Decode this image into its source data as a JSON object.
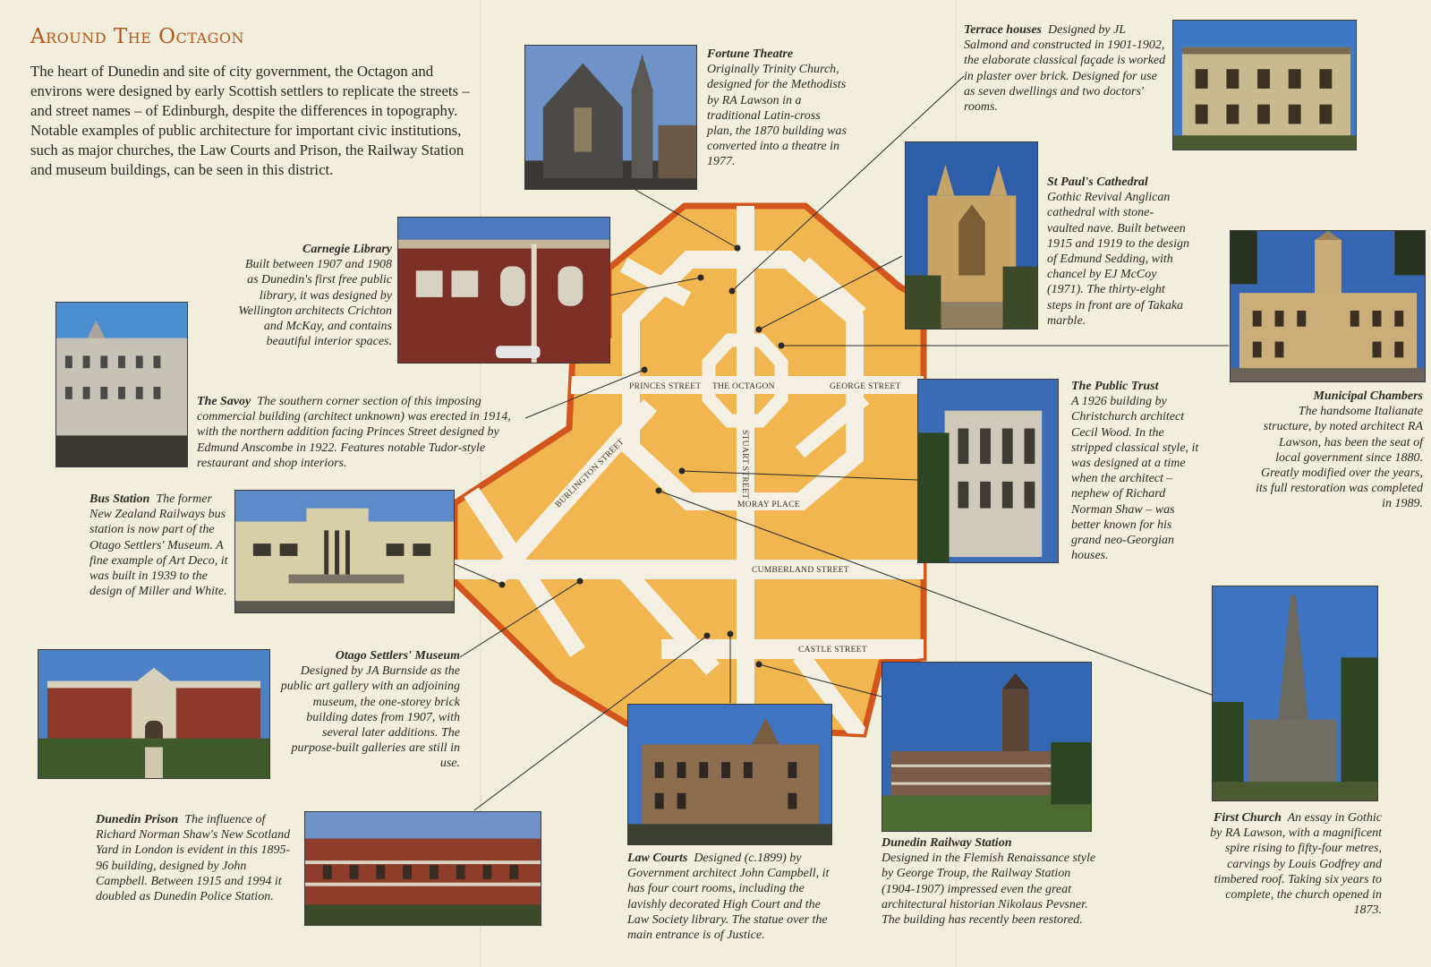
{
  "header": {
    "title": "Around The Octagon",
    "intro": "The heart of Dunedin and site of city government, the Octagon and environs were designed by early Scottish settlers to replicate the streets – and street names – of Edinburgh, despite the differences in topography. Notable examples of public architecture for important civic institutions, such as major churches, the Law Courts and Prison, the Railway Station and museum buildings, can be seen in this district."
  },
  "map": {
    "streets": {
      "princes": "PRINCES STREET",
      "octagon": "THE OCTAGON",
      "george": "GEORGE STREET",
      "burlington": "BURLINGTON STREET",
      "stuart": "STUART STREET",
      "moray": "MORAY PLACE",
      "cumberland": "CUMBERLAND STREET",
      "castle": "CASTLE STREET"
    },
    "colors": {
      "block": "#f2b650",
      "road": "#f4f1e4",
      "border": "#d2551e"
    }
  },
  "landmarks": {
    "fortune": {
      "title": "Fortune Theatre",
      "text": "Originally Trinity Church, designed for the Methodists by RA Lawson in a traditional Latin-cross plan, the 1870 building was converted into a theatre in 1977."
    },
    "terrace": {
      "title": "Terrace houses",
      "text": "Designed by JL Salmond and constructed in 1901-1902, the elaborate classical façade is worked in plaster over brick. Designed for use as seven dwellings and two doctors' rooms."
    },
    "stpauls": {
      "title": "St Paul's Cathedral",
      "text": "Gothic Revival Anglican cathedral with stone-vaulted nave. Built between 1915 and 1919 to the design of Edmund Sedding, with chancel by EJ McCoy (1971). The thirty-eight steps in front are of Takaka marble."
    },
    "carnegie": {
      "title": "Carnegie Library",
      "text": "Built between 1907 and 1908 as Dunedin's first free public library, it was designed by Wellington architects Crichton and McKay, and contains beautiful interior spaces."
    },
    "municipal": {
      "title": "Municipal Chambers",
      "text": "The handsome Italianate structure, by noted architect RA Lawson, has been the seat of local government since 1880. Greatly modified over the years, its full restoration was completed in 1989."
    },
    "savoy": {
      "title": "The Savoy",
      "text": "The southern corner section of this imposing commercial building (architect unknown) was erected in 1914, with the northern addition facing Princes Street designed by Edmund Anscombe in 1922. Features notable Tudor-style restaurant and shop interiors."
    },
    "publictrust": {
      "title": "The Public Trust",
      "text": "A 1926 building by Christchurch architect Cecil Wood. In the stripped classical style, it was designed at a time when the architect – nephew of Richard Norman Shaw – was better known for his grand neo-Georgian houses."
    },
    "bus": {
      "title": "Bus Station",
      "text": "The former New Zealand Railways bus station is now part of the Otago Settlers' Museum. A fine example of Art Deco, it was built in 1939 to the design of Miller and White."
    },
    "settlers": {
      "title": "Otago Settlers' Museum",
      "text": "Designed by JA Burnside as the public art gallery with an adjoining museum, the one-storey brick building dates from 1907, with several later additions. The purpose-built galleries are still in use."
    },
    "firstchurch": {
      "title": "First Church",
      "text": "An essay in Gothic by RA Lawson, with a magnificent spire rising to fifty-four metres, carvings by Louis Godfrey and timbered roof. Taking six years to complete, the church opened in 1873."
    },
    "prison": {
      "title": "Dunedin Prison",
      "text": "The influence of Richard Norman Shaw's New Scotland Yard in London is evident in this 1895-96 building, designed by John Campbell. Between 1915 and 1994 it doubled as Dunedin Police Station."
    },
    "lawcourts": {
      "title": "Law Courts",
      "text": "Designed (c.1899) by Government architect John Campbell, it has four court rooms, including the lavishly decorated High Court and the Law Society library. The statue over the main entrance is of Justice."
    },
    "railway": {
      "title": "Dunedin Railway Station",
      "text": "Designed in the Flemish Renaissance style by George Troup, the Railway Station (1904-1907) impressed even the great architectural historian Nikolaus Pevsner. The building has recently been restored."
    }
  }
}
